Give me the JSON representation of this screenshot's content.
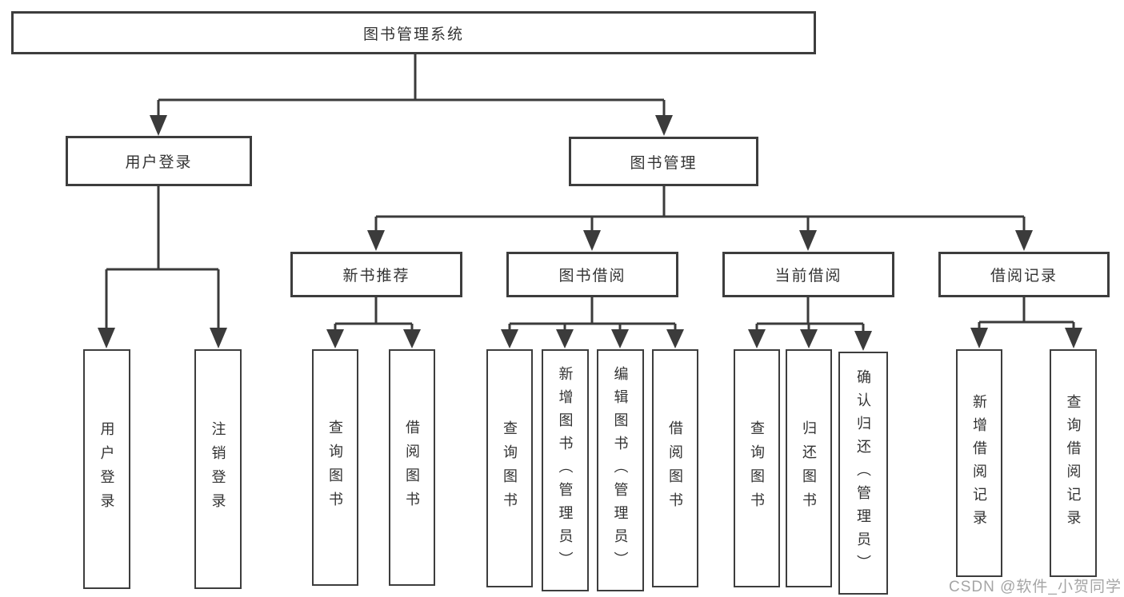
{
  "root": {
    "label": "图书管理系统"
  },
  "branches": [
    {
      "label": "用户登录",
      "children": [
        {
          "label": "用户登录"
        },
        {
          "label": "注销登录"
        }
      ]
    },
    {
      "label": "图书管理",
      "children": [
        {
          "label": "新书推荐",
          "children": [
            {
              "label": "查询图书"
            },
            {
              "label": "借阅图书"
            }
          ]
        },
        {
          "label": "图书借阅",
          "children": [
            {
              "label": "查询图书"
            },
            {
              "label": "新增图书（管理员）"
            },
            {
              "label": "编辑图书（管理员）"
            },
            {
              "label": "借阅图书"
            }
          ]
        },
        {
          "label": "当前借阅",
          "children": [
            {
              "label": "查询图书"
            },
            {
              "label": "归还图书"
            },
            {
              "label": "确认归还（管理员）"
            }
          ]
        },
        {
          "label": "借阅记录",
          "children": [
            {
              "label": "新增借阅记录"
            },
            {
              "label": "查询借阅记录"
            }
          ]
        }
      ]
    }
  ],
  "watermark": "CSDN @软件_小贺同学",
  "colors": {
    "line": "#3b3b3b",
    "border": "#3d3d3d",
    "text": "#333333",
    "watermark": "#9b9b9b",
    "background": "#ffffff"
  }
}
